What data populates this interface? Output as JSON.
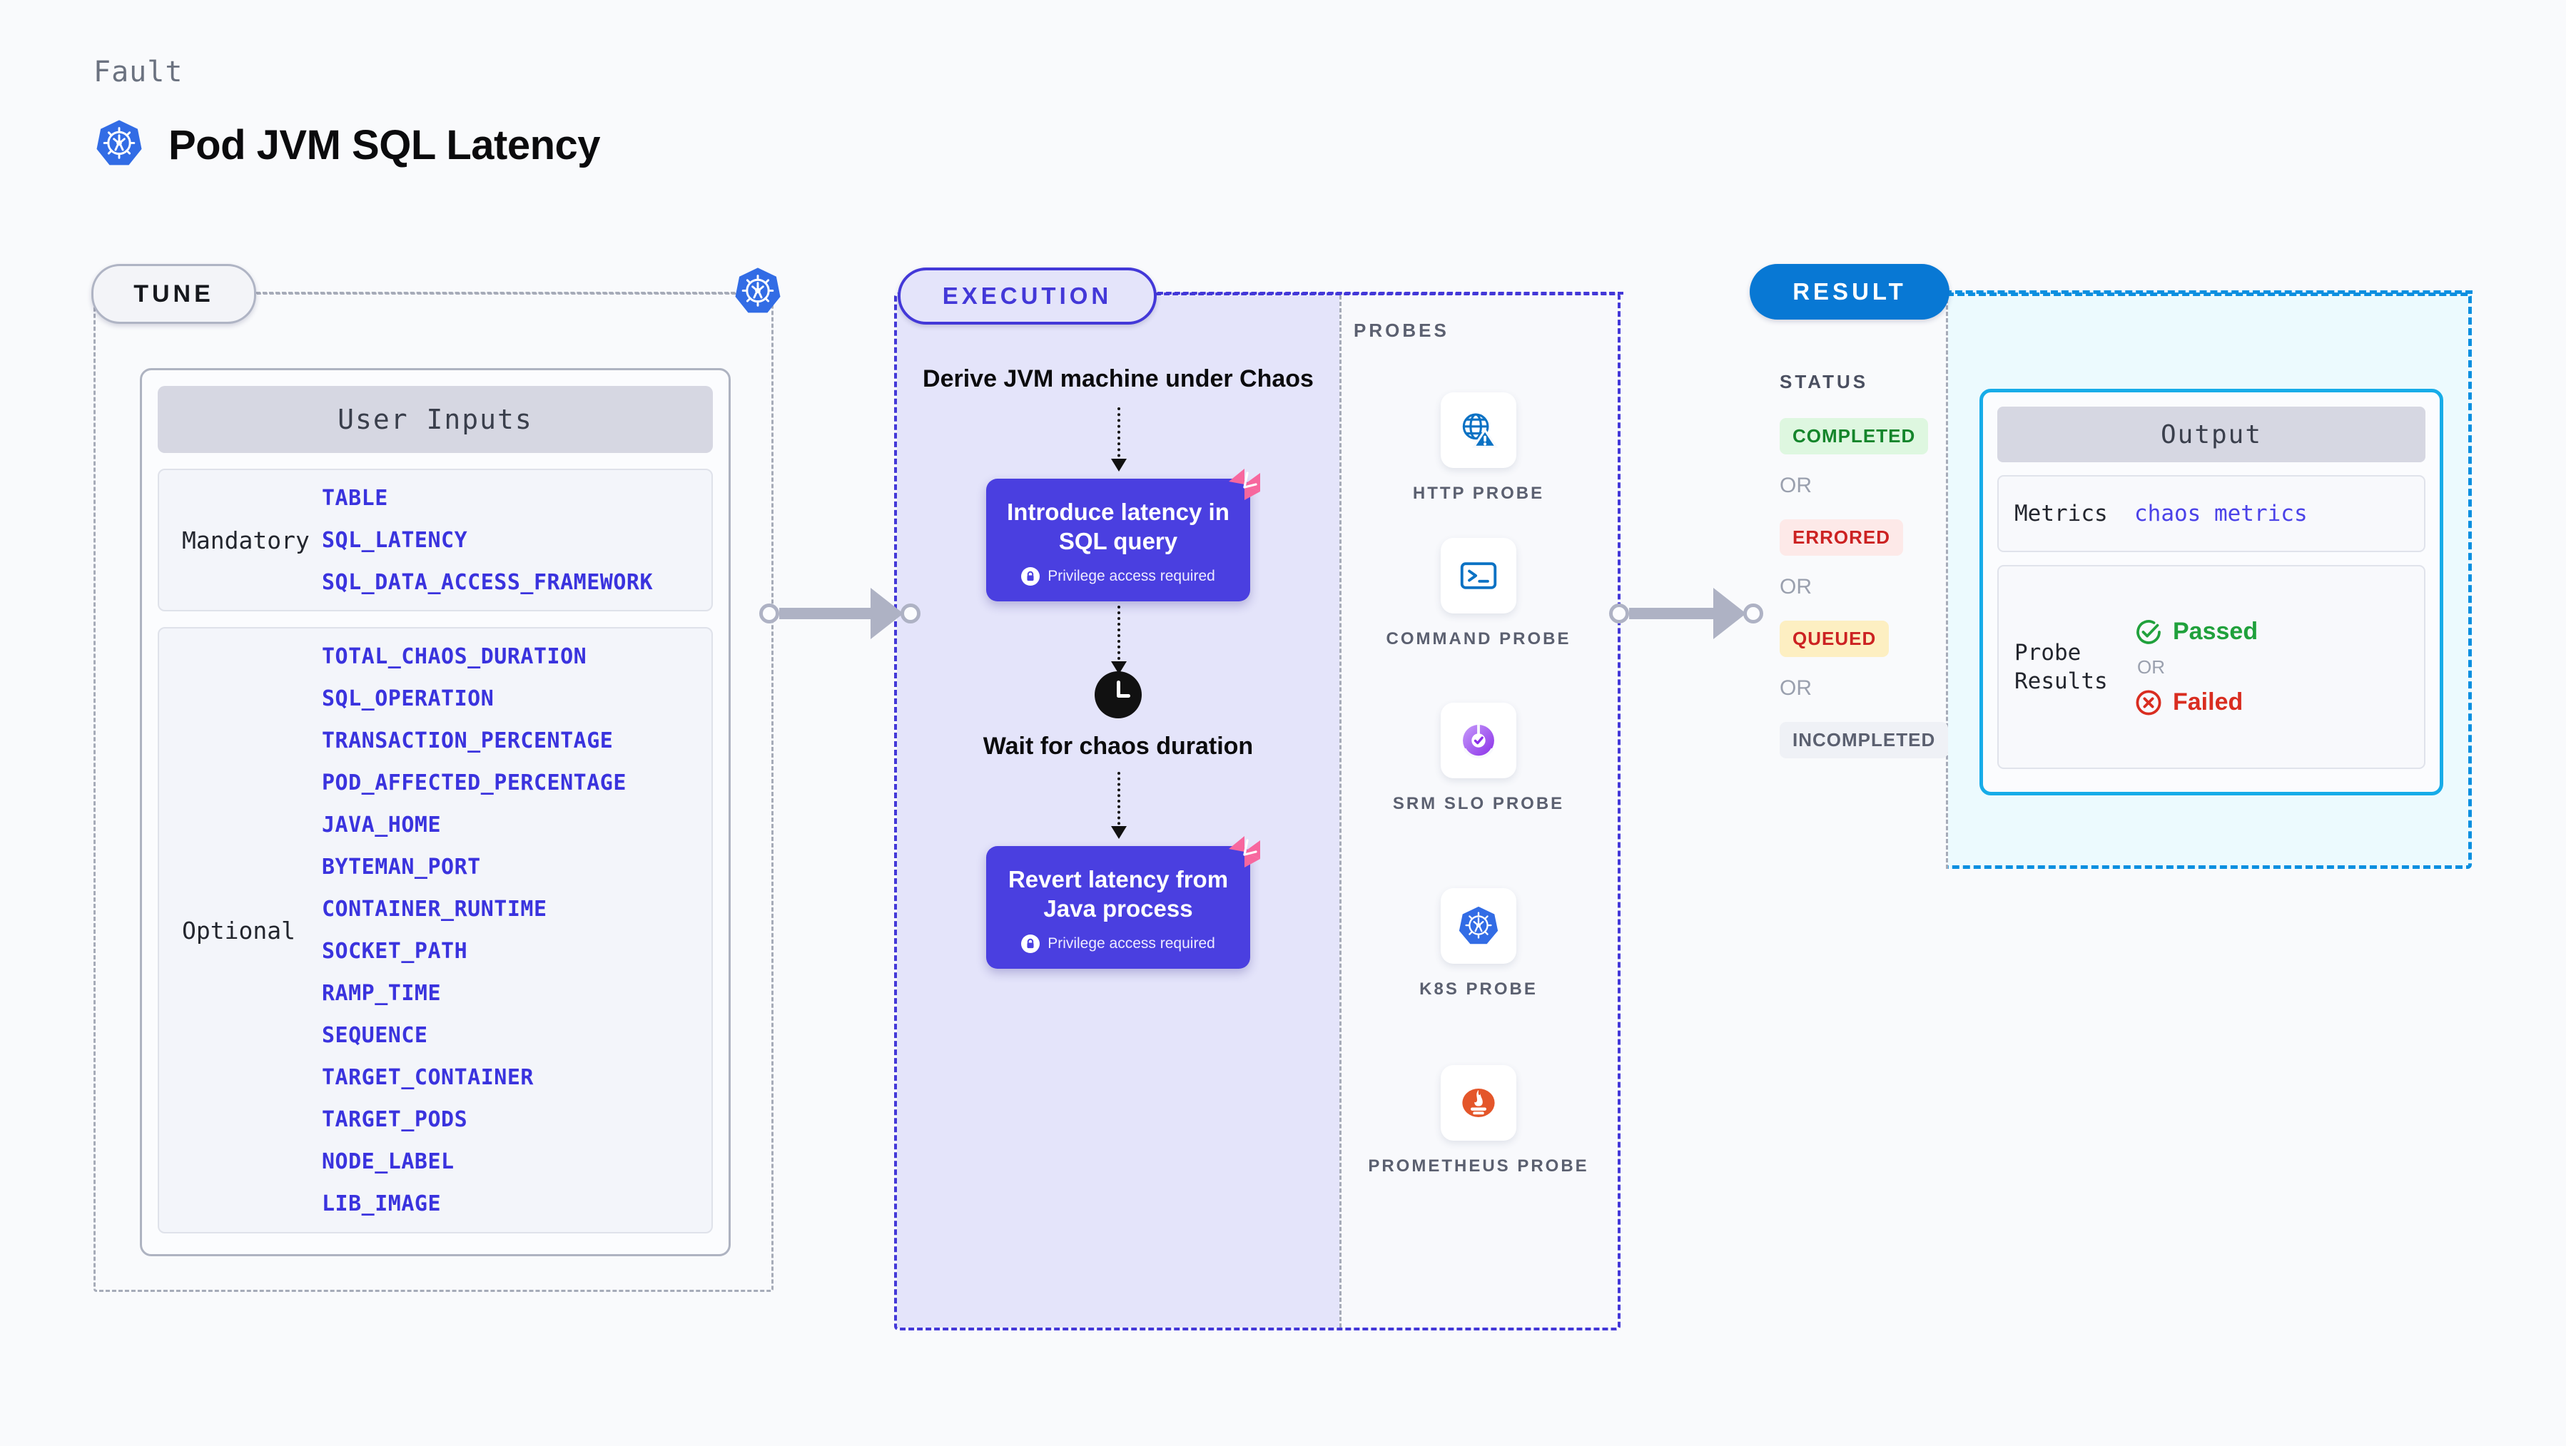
{
  "header": {
    "eyebrow": "Fault",
    "title": "Pod JVM SQL Latency",
    "icon": "kubernetes-icon"
  },
  "tune": {
    "badge": "TUNE",
    "k8s_icon": "kubernetes-icon",
    "card_title": "User Inputs",
    "groups": [
      {
        "label": "Mandatory",
        "items": [
          "TABLE",
          "SQL_LATENCY",
          "SQL_DATA_ACCESS_FRAMEWORK"
        ]
      },
      {
        "label": "Optional",
        "items": [
          "TOTAL_CHAOS_DURATION",
          "SQL_OPERATION",
          "TRANSACTION_PERCENTAGE",
          "POD_AFFECTED_PERCENTAGE",
          "JAVA_HOME",
          "BYTEMAN_PORT",
          "CONTAINER_RUNTIME",
          "SOCKET_PATH",
          "RAMP_TIME",
          "SEQUENCE",
          "TARGET_CONTAINER",
          "TARGET_PODS",
          "NODE_LABEL",
          "LIB_IMAGE"
        ]
      }
    ]
  },
  "execution": {
    "badge": "EXECUTION",
    "step1_text": "Derive JVM machine under Chaos",
    "step2_title": "Introduce latency in SQL query",
    "step2_note": "Privilege access required",
    "step3_text": "Wait for chaos duration",
    "step3_icon": "clock-icon",
    "step4_title": "Revert latency from Java process",
    "step4_note": "Privilege access required",
    "lock_icon": "lock-icon",
    "corner_icon": "harness-logo-icon"
  },
  "probes": {
    "label": "PROBES",
    "items": [
      {
        "name": "HTTP PROBE",
        "icon": "globe-warning-icon"
      },
      {
        "name": "COMMAND PROBE",
        "icon": "terminal-icon"
      },
      {
        "name": "SRM SLO PROBE",
        "icon": "srm-slo-icon"
      },
      {
        "name": "K8S PROBE",
        "icon": "kubernetes-icon"
      },
      {
        "name": "PROMETHEUS PROBE",
        "icon": "prometheus-icon"
      }
    ]
  },
  "result": {
    "badge": "RESULT",
    "status_label": "STATUS",
    "or_text": "OR",
    "statuses": [
      {
        "label": "COMPLETED",
        "bg": "#DEF7E0",
        "fg": "#14852B"
      },
      {
        "label": "ERRORED",
        "bg": "#FDE9E8",
        "fg": "#CC2222"
      },
      {
        "label": "QUEUED",
        "bg": "#FDEFC2",
        "fg": "#CC2222"
      },
      {
        "label": "INCOMPLETED",
        "bg": "#EFF1F6",
        "fg": "#5B6070"
      }
    ],
    "output": {
      "title": "Output",
      "metrics_key": "Metrics",
      "metrics_value": "chaos metrics",
      "probe_key": "Probe Results",
      "passed_label": "Passed",
      "failed_label": "Failed",
      "or_text": "OR",
      "passed_icon": "check-circle-icon",
      "failed_icon": "x-circle-icon"
    }
  },
  "colors": {
    "accent_purple": "#4A3FE0",
    "accent_blue": "#0878D4",
    "accent_cyan": "#17ACE8",
    "param_blue": "#3A33DE",
    "pink": "#F7679E"
  }
}
